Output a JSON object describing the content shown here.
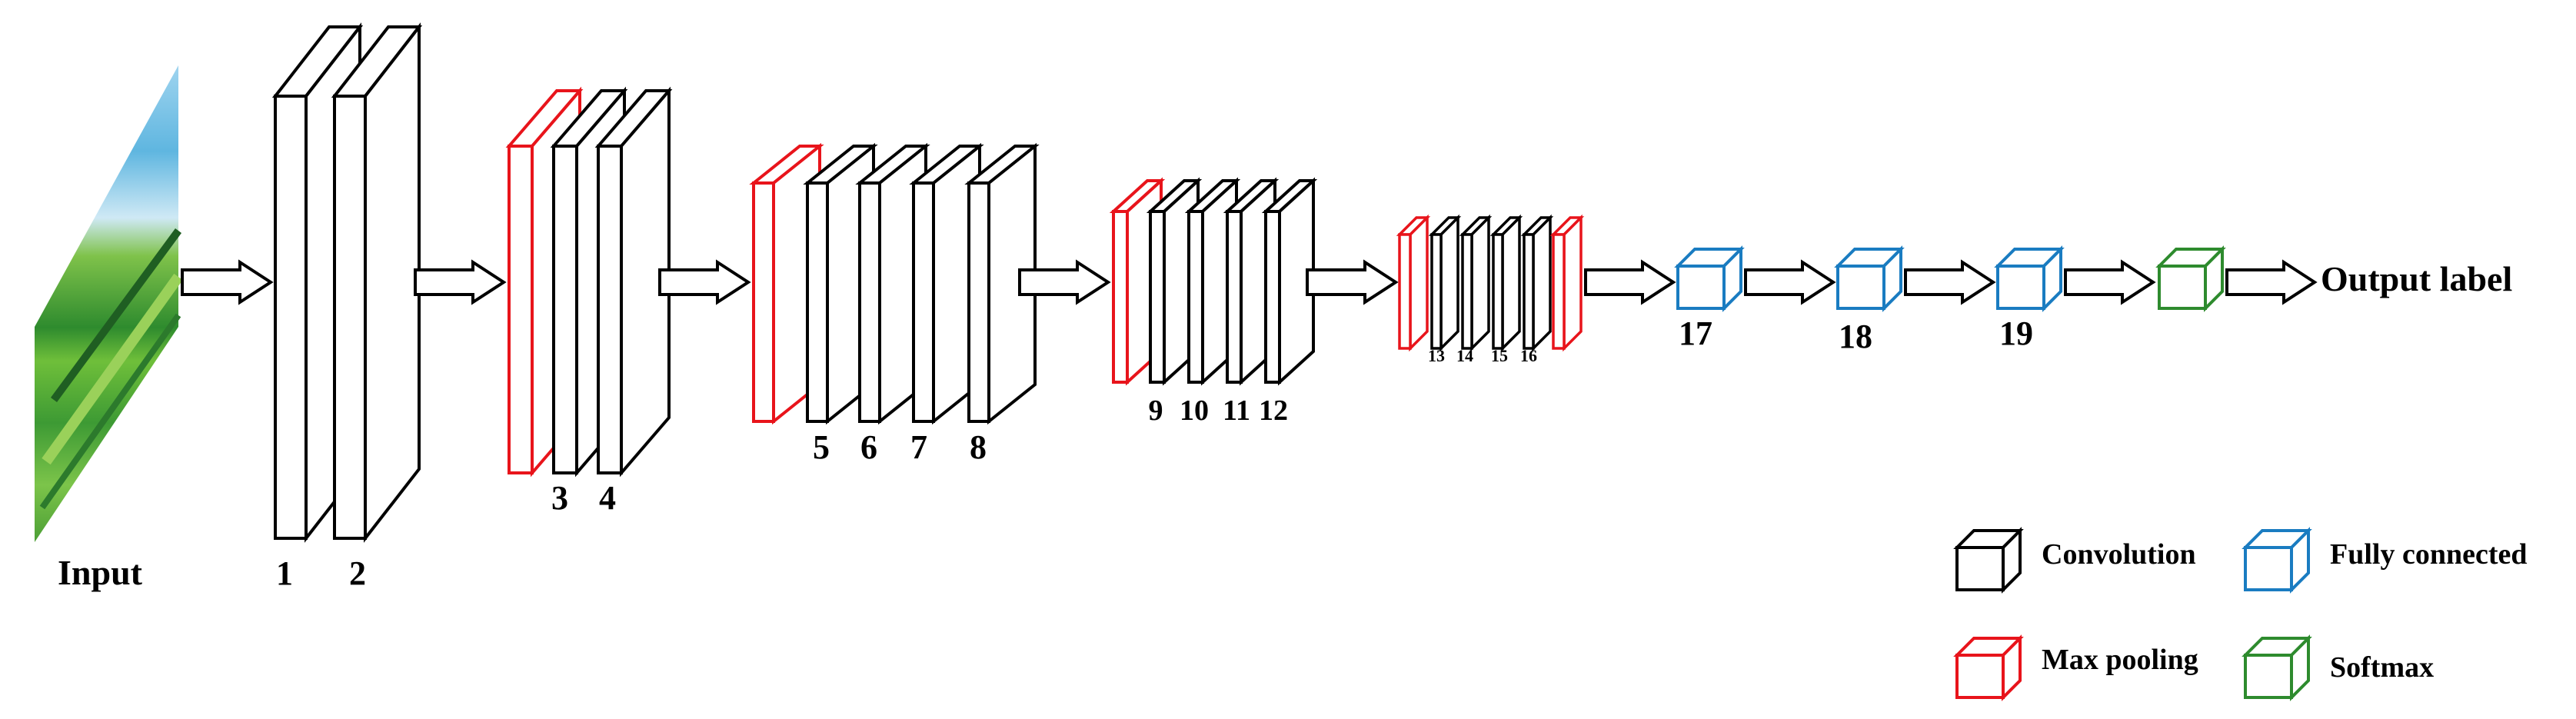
{
  "input_label": "Input",
  "output_label": "Output label",
  "layer_numbers": [
    "1",
    "2",
    "3",
    "4",
    "5",
    "6",
    "7",
    "8",
    "9",
    "10",
    "11",
    "12",
    "13",
    "14",
    "15",
    "16",
    "17",
    "18",
    "19"
  ],
  "legend": {
    "convolution": "Convolution",
    "max_pooling": "Max pooling",
    "fully_connected": "Fully connected",
    "softmax": "Softmax"
  },
  "colors": {
    "convolution": "#000000",
    "max_pooling": "#e8141b",
    "fully_connected": "#1a7cc1",
    "softmax": "#2e8b2e"
  }
}
